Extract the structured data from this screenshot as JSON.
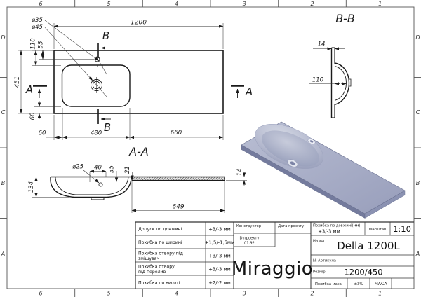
{
  "sheet": {
    "cols": [
      "6",
      "5",
      "4",
      "3",
      "2",
      "1"
    ],
    "rows": [
      "D",
      "C",
      "B",
      "A"
    ]
  },
  "top_view": {
    "dia_faucet": "⌀35",
    "dia_drain": "⌀45",
    "dim_length": "1200",
    "dim_width": "451",
    "dim_110": "110",
    "dim_55": "55",
    "dim_left_margin": "60",
    "dim_basin_width": "480",
    "dim_right_shelf": "660",
    "dim_bottom_margin": "60",
    "section_a_label": "A",
    "section_b_label": "B"
  },
  "section_aa": {
    "title": "A-A",
    "dia_hole": "⌀25",
    "dim_40": "40",
    "dim_35": "35",
    "dim_21": "21",
    "dim_depth": "134",
    "dim_shelf": "649",
    "dim_thickness": "14"
  },
  "section_bb": {
    "title": "B-B",
    "dim_thickness": "14",
    "dim_inner_depth": "110"
  },
  "title_block": {
    "tolerances": [
      {
        "label": "Допуск по довжині",
        "label2": "",
        "value": "+3/-3 мм"
      },
      {
        "label": "Похибка по ширині",
        "label2": "",
        "value": "+1,5/-1,5мм"
      },
      {
        "label": "Похибка отвору під",
        "label2": "змішувач",
        "value": "+3/-3 мм"
      },
      {
        "label": "Похибка отвору",
        "label2": "під перелив",
        "value": "+3/-3 мм"
      },
      {
        "label": "Похибка по висоті",
        "label2": "",
        "value": "+2/-2 мм"
      }
    ],
    "constructor_label": "Конструктор",
    "date_label": "Дата проекту",
    "project_id_label": "ID проекту",
    "project_id_value": "01.92",
    "logo": "Miraggio",
    "length_tol_label": "Похибка по довжині(мм)",
    "length_tol_value": "+3/-3 мм",
    "scale_label": "Масштаб",
    "scale_value": "1:10",
    "name_label": "Назва",
    "name_value": "Della 1200L",
    "article_label": "№ Артикула",
    "size_label": "Розмір",
    "size_value": "1200/450",
    "mass_tol_label": "Похибка маса",
    "mass_tol_value": "±3%",
    "mass_label": "МАСА"
  },
  "colors": {
    "line": "#1a1a1a",
    "frame": "#555555",
    "render_top": "#a9afc9",
    "render_side_front": "#747b9d",
    "render_side_right": "#8b92b2",
    "render_hole": "#7d84a6"
  }
}
